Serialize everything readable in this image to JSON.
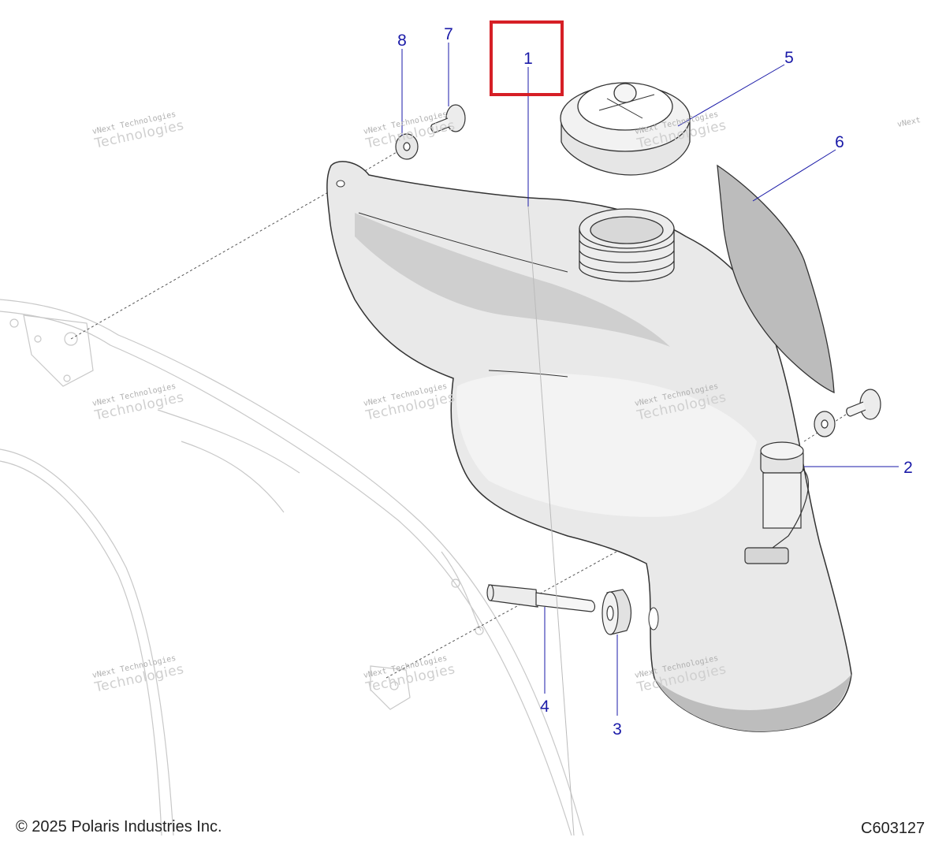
{
  "diagram": {
    "callouts": [
      {
        "id": "c1",
        "label": "1"
      },
      {
        "id": "c2",
        "label": "2"
      },
      {
        "id": "c3",
        "label": "3"
      },
      {
        "id": "c4",
        "label": "4"
      },
      {
        "id": "c5",
        "label": "5"
      },
      {
        "id": "c6",
        "label": "6"
      },
      {
        "id": "c7",
        "label": "7"
      },
      {
        "id": "c8",
        "label": "8"
      }
    ],
    "highlighted_callout": "1",
    "highlight_color": "#d61f26",
    "callout_color": "#1a1aa8"
  },
  "watermark": {
    "line1": "vNext Technologies",
    "line2": "Technologies",
    "line3": "vNext"
  },
  "footer": {
    "copyright": "© 2025 Polaris Industries Inc.",
    "figure_code": "C603127"
  }
}
